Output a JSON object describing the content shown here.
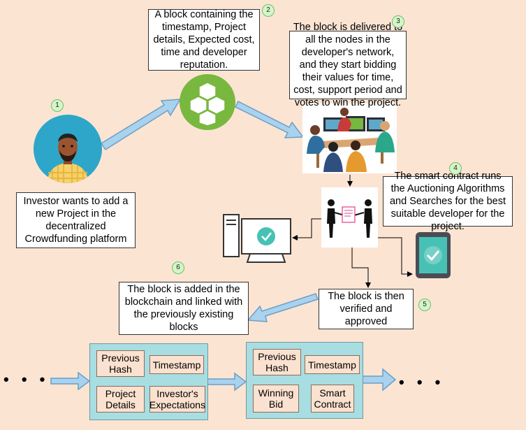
{
  "steps": {
    "s1": {
      "num": "1",
      "text": "Investor wants to add a new Project in the decentralized Crowdfunding platform"
    },
    "s2": {
      "num": "2",
      "text": "A block containing the timestamp, Project details, Expected cost, time and developer reputation."
    },
    "s3": {
      "num": "3",
      "text": "The block is delivered to all the nodes in the developer's network, and they start bidding their values for time, cost, support period and votes to win the project."
    },
    "s4": {
      "num": "4",
      "text": "The smart contract runs the Auctioning Algorithms and Searches for the best suitable developer for the project."
    },
    "s5": {
      "num": "5",
      "text": "The block is then verified and approved"
    },
    "s6": {
      "num": "6",
      "text": "The block is added in the blockchain and linked with the previously existing blocks"
    }
  },
  "chain": {
    "block1": {
      "prev_hash": "Previous Hash",
      "timestamp": "Timestamp",
      "project_details": "Project Details",
      "investor_expectations": "Investor's Expectations"
    },
    "block2": {
      "prev_hash": "Previous Hash",
      "timestamp": "Timestamp",
      "winning_bid": "Winning Bid",
      "smart_contract": "Smart Contract"
    },
    "ellipsis": "• • •"
  },
  "colors": {
    "background": "#fce4d3",
    "arrow_fill": "#a9d2ee",
    "arrow_stroke": "#6a9fc6",
    "chain_block": "#a8dde2",
    "investor_circle": "#2ea6c9",
    "blocks_circle": "#78b83e",
    "check_teal": "#48c1b5"
  },
  "icons": [
    "investor-avatar-icon",
    "blocks-cube-icon",
    "developers-team-icon",
    "handshake-contract-icon",
    "desktop-check-icon",
    "tablet-check-icon"
  ]
}
